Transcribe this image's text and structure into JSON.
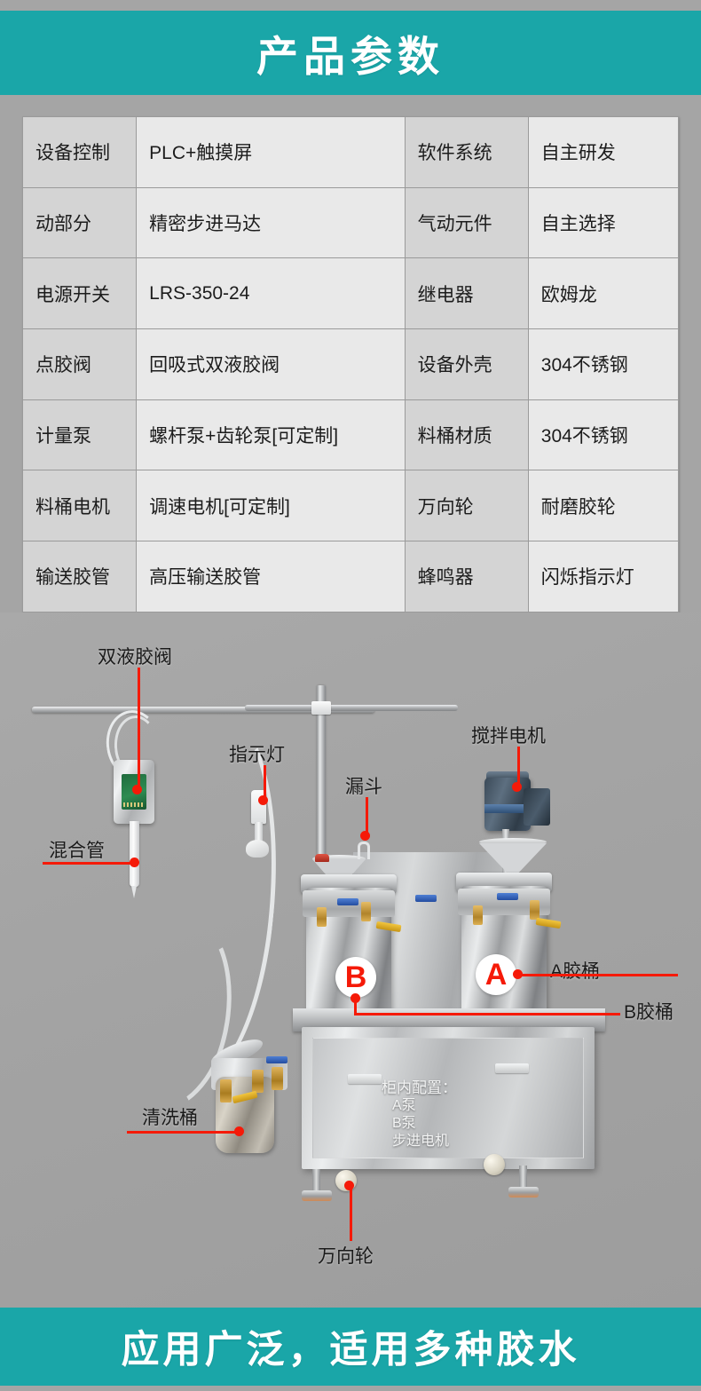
{
  "header": {
    "title": "产品参数"
  },
  "footer": {
    "title": "应用广泛，适用多种胶水"
  },
  "spec_table": {
    "rows": [
      {
        "label1": "设备控制",
        "value1": "PLC+触摸屏",
        "label2": "软件系统",
        "value2": "自主研发"
      },
      {
        "label1": "动部分",
        "value1": "精密步进马达",
        "label2": "气动元件",
        "value2": "自主选择"
      },
      {
        "label1": "电源开关",
        "value1": "LRS-350-24",
        "label2": "继电器",
        "value2": "欧姆龙"
      },
      {
        "label1": "点胶阀",
        "value1": "回吸式双液胶阀",
        "label2": "设备外壳",
        "value2": "304不锈钢"
      },
      {
        "label1": "计量泵",
        "value1": "螺杆泵+齿轮泵[可定制]",
        "label2": "料桶材质",
        "value2": "304不锈钢"
      },
      {
        "label1": "料桶电机",
        "value1": "调速电机[可定制]",
        "label2": "万向轮",
        "value2": "耐磨胶轮"
      },
      {
        "label1": "输送胶管",
        "value1": "高压输送胶管",
        "label2": "蜂鸣器",
        "value2": "闪烁指示灯"
      }
    ]
  },
  "photo": {
    "annotations": {
      "dual_liquid_valve": "双液胶阀",
      "indicator_light": "指示灯",
      "funnel": "漏斗",
      "stirring_motor": "搅拌电机",
      "mixing_tube": "混合管",
      "tank_a": "A胶桶",
      "tank_b": "B胶桶",
      "cleaning_bucket": "清洗桶",
      "caster_wheel": "万向轮"
    },
    "badges": {
      "a": "A",
      "b": "B"
    },
    "cabinet_text": {
      "title": "柜内配置：",
      "item1": "A泵",
      "item2": "B泵",
      "item3": "步进电机"
    }
  },
  "colors": {
    "accent_teal": "#1aa6a8",
    "annotation_red": "#f51a08",
    "page_gray": "#a5a5a5",
    "table_label_bg": "#d4d4d4",
    "table_value_bg": "#e9e9e9"
  }
}
